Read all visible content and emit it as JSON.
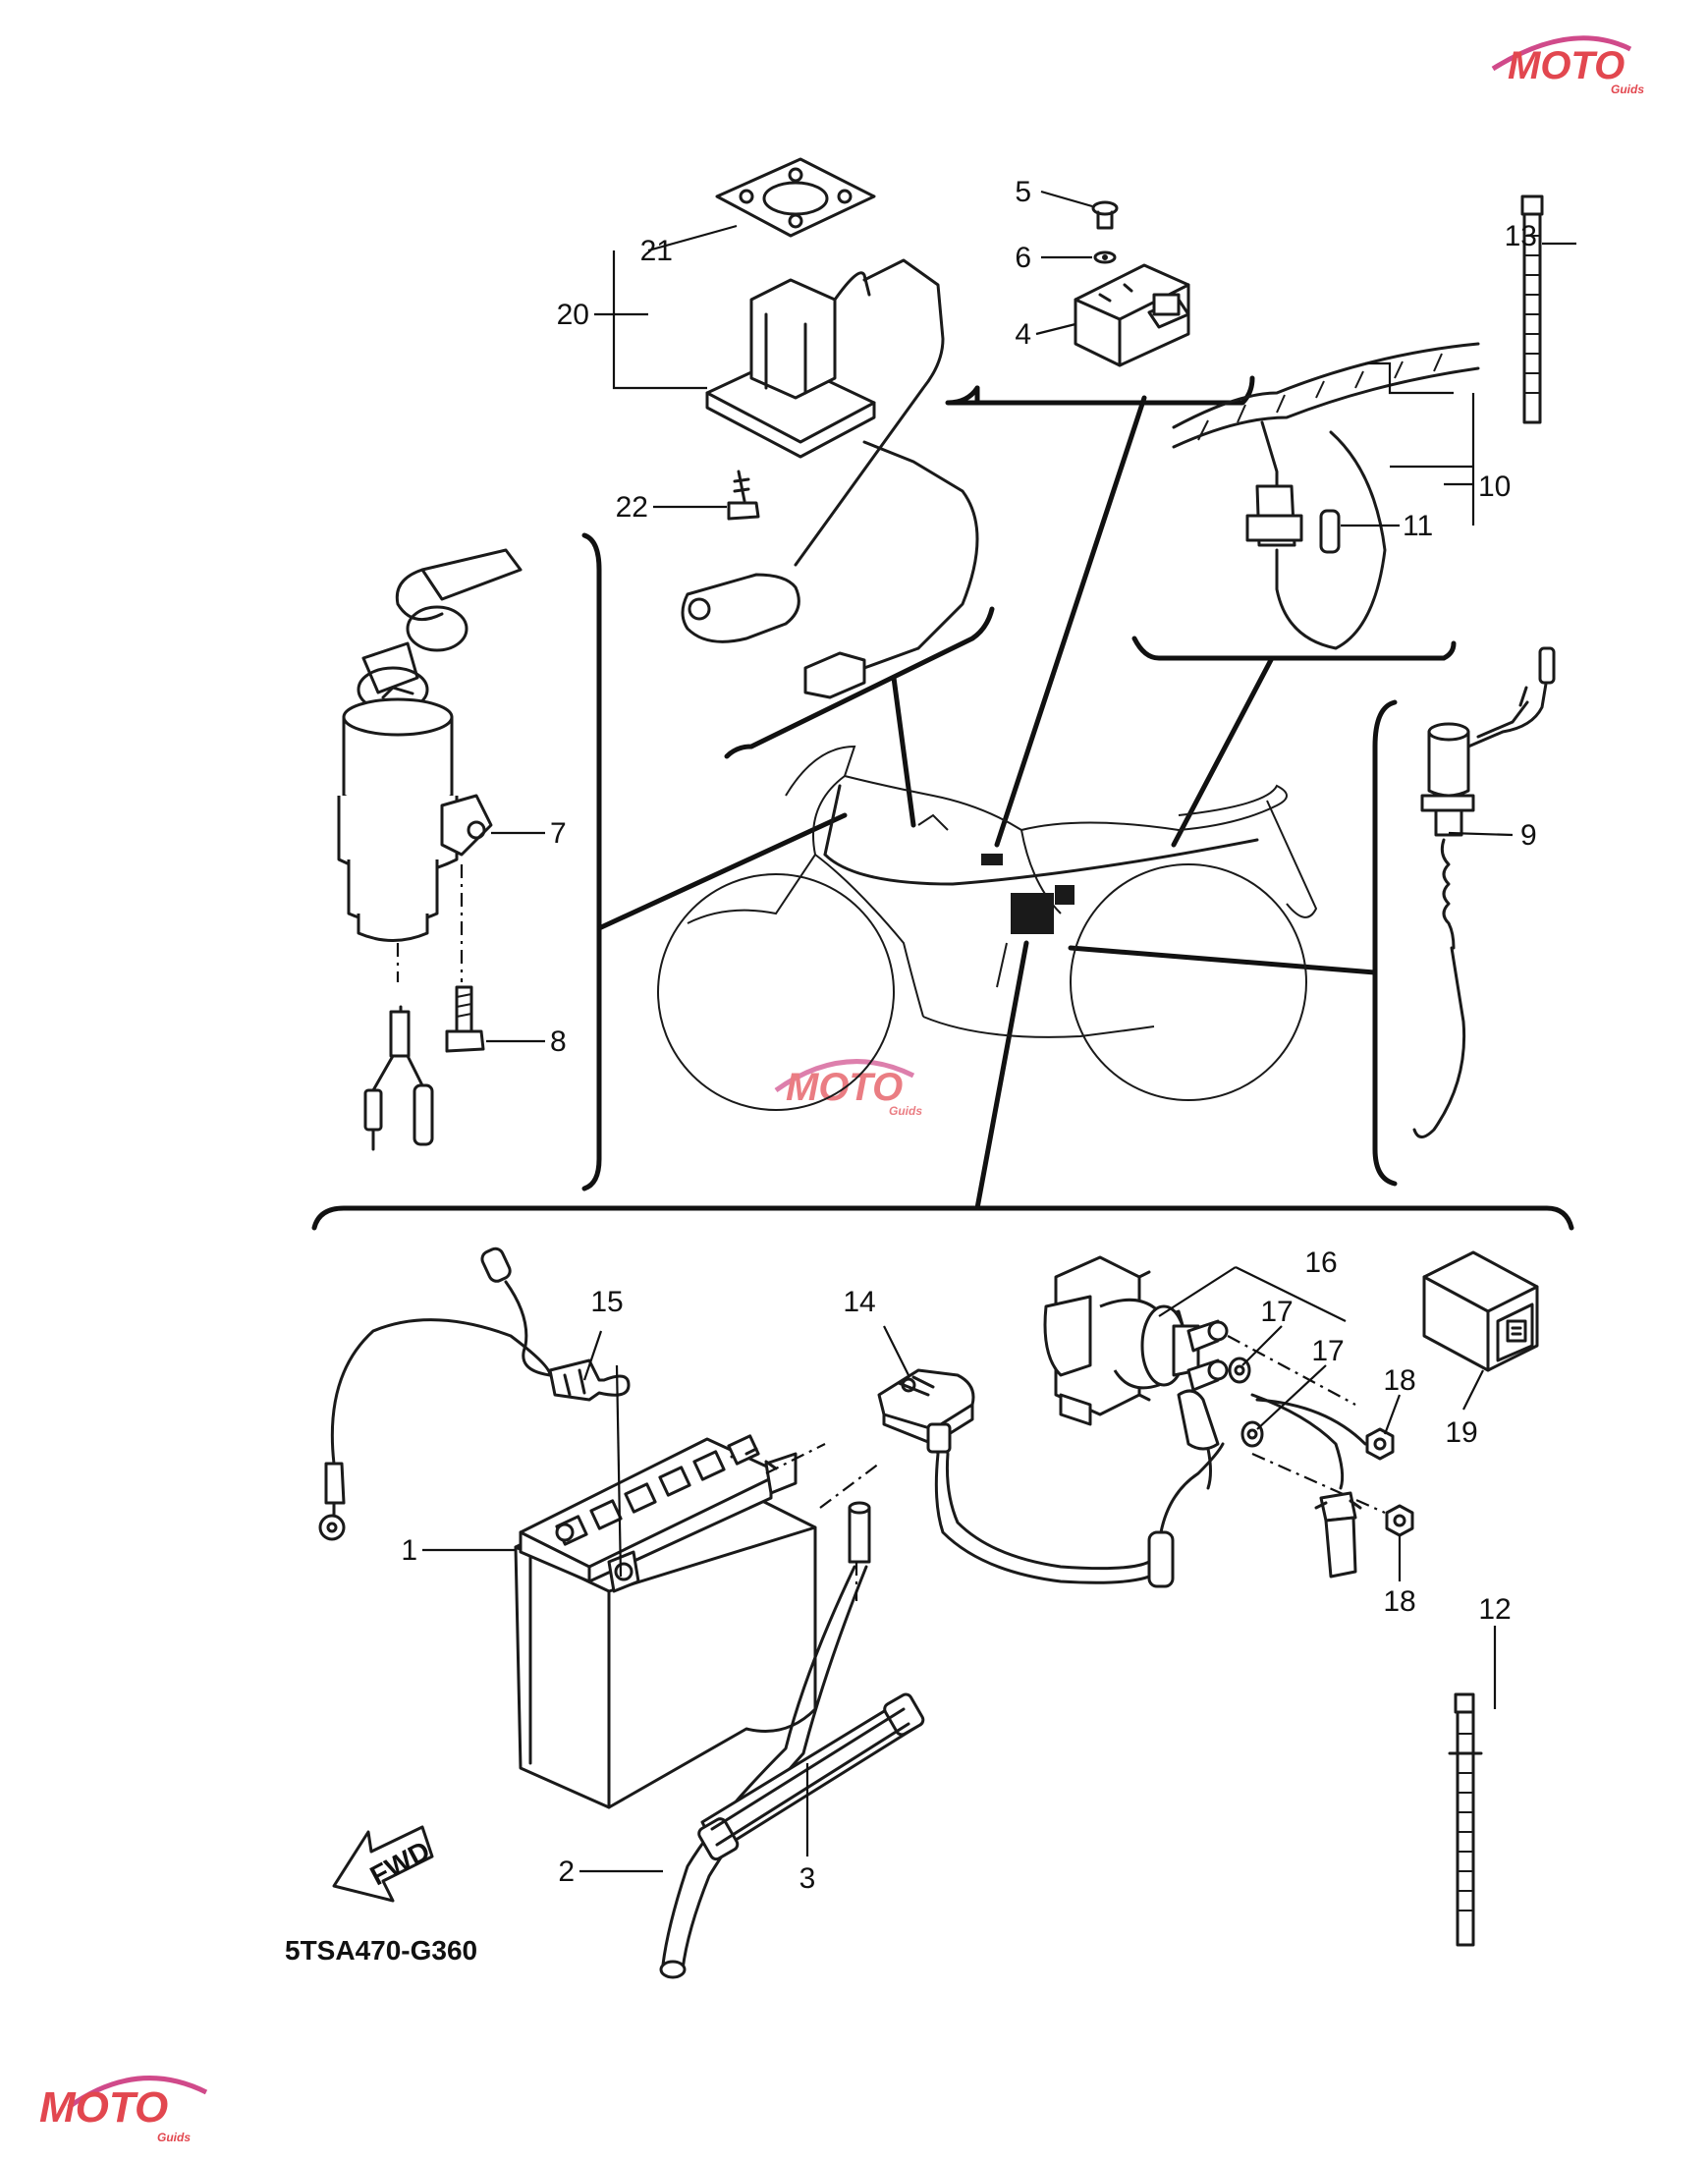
{
  "diagram_code": "5TSA470-G360",
  "fwd_label": "FWD",
  "watermark": {
    "brand": "MOTO",
    "sub": "Guids",
    "color": "#e2474f"
  },
  "callouts": [
    "1",
    "2",
    "3",
    "4",
    "5",
    "6",
    "7",
    "8",
    "9",
    "10",
    "11",
    "12",
    "13",
    "14",
    "15",
    "16",
    "17",
    "17",
    "18",
    "18",
    "19",
    "20",
    "21",
    "22"
  ]
}
